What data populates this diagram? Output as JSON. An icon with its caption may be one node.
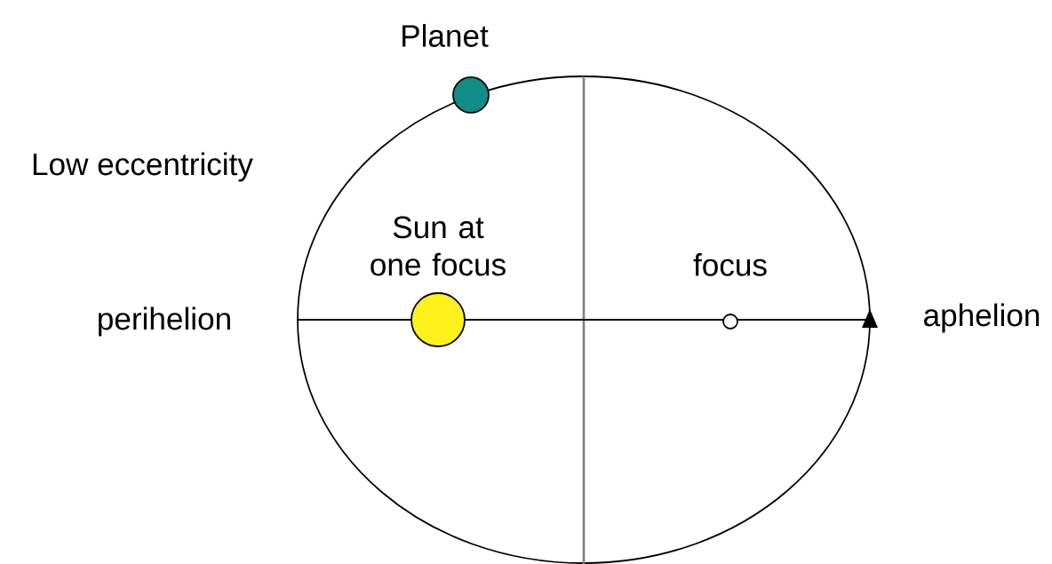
{
  "diagram": {
    "nodes": [
      {
        "text": [
          "Planet"
        ]
      },
      {
        "text": [
          "Sun at one focus"
        ]
      },
      {
        "text": [
          "focus"
        ]
      }
    ],
    "labels": [
      "Low eccentricity",
      "perihelion",
      "aphelion"
    ]
  }
}
